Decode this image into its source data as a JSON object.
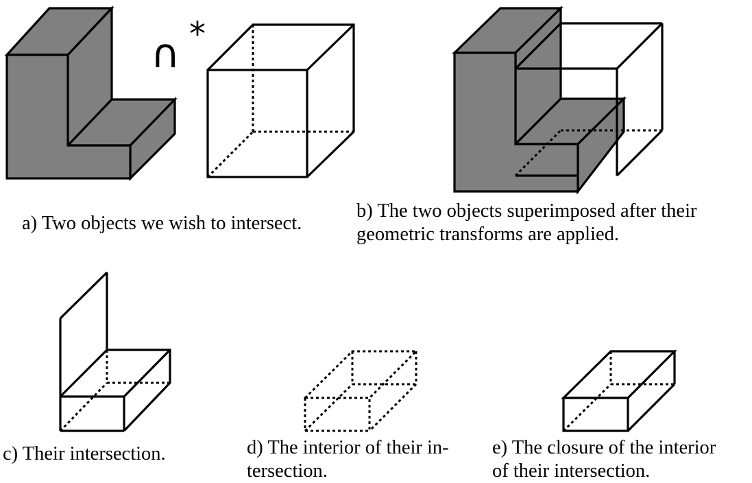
{
  "operator": {
    "cap": "∩",
    "star": "*"
  },
  "captions": {
    "a": [
      "a) Two objects we wish to intersect."
    ],
    "b": [
      "b) The two objects superimposed after their",
      "geometric transforms are applied."
    ],
    "c": [
      "c) Their intersection."
    ],
    "d": [
      "d) The interior of their in-",
      "tersection."
    ],
    "e": [
      "e) The closure of the interior",
      "of their intersection."
    ]
  },
  "colors": {
    "solid_fill": "#808080",
    "stroke": "#000000",
    "background": "#ffffff"
  }
}
